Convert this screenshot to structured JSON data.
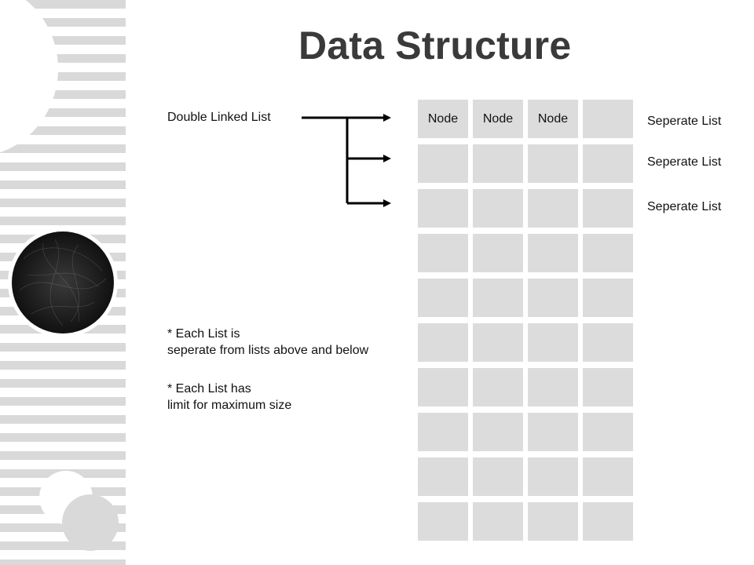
{
  "slide": {
    "title": "Data Structure",
    "left_label": "Double Linked List",
    "right_labels": [
      "Seperate List",
      "Seperate List",
      "Seperate List"
    ],
    "grid": {
      "rows": [
        [
          "Node",
          "Node",
          "Node",
          ""
        ],
        [
          "",
          "",
          "",
          ""
        ],
        [
          "",
          "",
          "",
          ""
        ],
        [
          "",
          "",
          "",
          ""
        ],
        [
          "",
          "",
          "",
          ""
        ],
        [
          "",
          "",
          "",
          ""
        ],
        [
          "",
          "",
          "",
          ""
        ],
        [
          "",
          "",
          "",
          ""
        ],
        [
          "",
          "",
          "",
          ""
        ],
        [
          "",
          "",
          "",
          ""
        ]
      ]
    },
    "notes": [
      {
        "line1": "* Each List is",
        "line2": "seperate from lists above and below"
      },
      {
        "line1": "* Each List has",
        "line2": "limit for maximum size"
      }
    ]
  },
  "colors": {
    "title": "#3a3a3a",
    "cell": "#dcdcdc",
    "stripe": "#d9d9d9",
    "text": "#111111",
    "circle": "#242424"
  }
}
